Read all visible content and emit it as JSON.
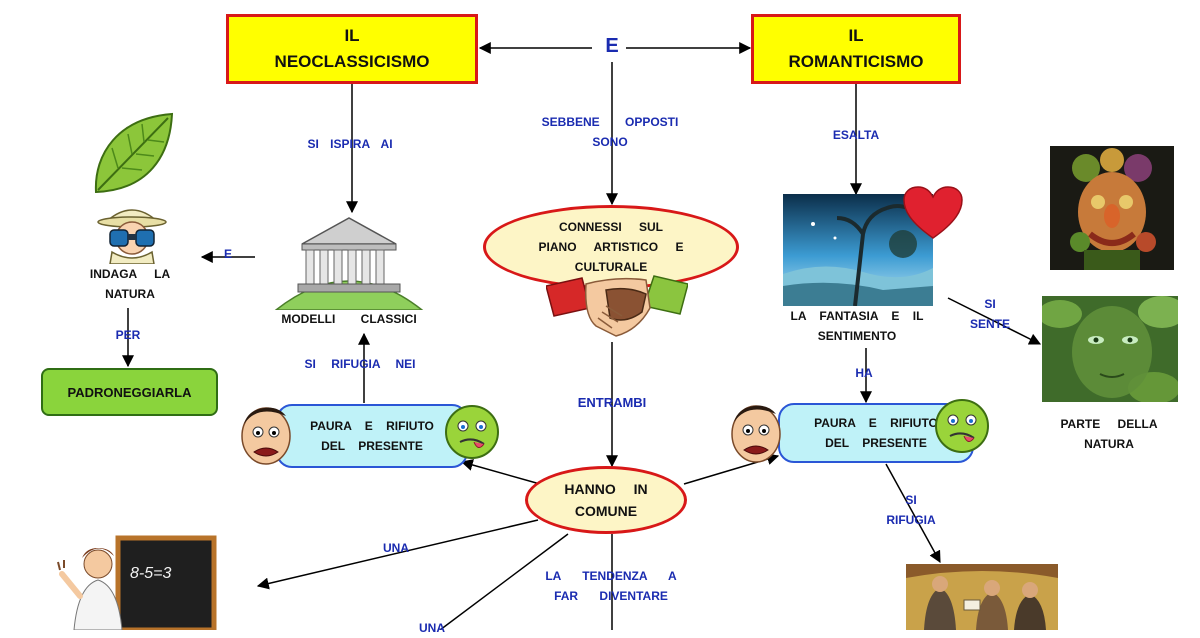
{
  "colors": {
    "box_fill": "#ffff00",
    "box_border": "#d81818",
    "oval_fill": "#fdf5c6",
    "pill_fill": "#bff2f8",
    "pill_border": "#2a56d6",
    "green_fill": "#8ad43c",
    "link_text": "#1a2bb0"
  },
  "nodes": {
    "neoclassicismo": "IL\nNEOCLASSICISMO",
    "romanticismo": "IL\nROMANTICISMO",
    "e_center": "E",
    "connessi": "CONNESSI SUL\nPIANO ARTISTICO E\nCULTURALE",
    "hanno_in_comune": "HANNO IN\nCOMUNE",
    "paura_left": "PAURA E RIFIUTO\nDEL PRESENTE",
    "paura_right": "PAURA E RIFIUTO\nDEL PRESENTE",
    "padroneggiarla": "PADRONEGGIARLA",
    "indaga_natura": "INDAGA LA\nNATURA",
    "modelli_classici": "MODELLI CLASSICI",
    "fantasia_sentimento": "LA FANTASIA E IL\nSENTIMENTO",
    "parte_natura": "PARTE DELLA\nNATURA"
  },
  "links": {
    "si_ispira_ai": "SI ISPIRA AI",
    "sebbene_opposti": "SEBBENE OPPOSTI\nSONO",
    "esalta": "ESALTA",
    "e_left": "E",
    "per": "PER",
    "si_rifugia_nei": "SI RIFUGIA NEI",
    "entrambi": "ENTRAMBI",
    "ha": "HA",
    "si_sente": "SI\nSENTE",
    "si_rifugia": "SI\nRIFUGIA",
    "una_upper": "UNA",
    "una_lower": "UNA",
    "la_tendenza": "LA TENDENZA A\nFAR DIVENTARE"
  },
  "images": {
    "leaf": "leaf-icon",
    "explorer": "explorer-binoculars-icon",
    "temple": "greek-temple-icon",
    "handshake": "handshake-icon",
    "fantasy_scene": "fantasy-landscape-image",
    "heart": "heart-icon",
    "arcimboldo": "vegetable-face-portrait-image",
    "green_face": "green-nature-face-image",
    "teacher": "teacher-blackboard-icon",
    "blackboard_text": "8-5=3",
    "monks": "medieval-monks-image",
    "face_worried": "worried-face-icon",
    "face_green": "green-smiley-icon"
  }
}
